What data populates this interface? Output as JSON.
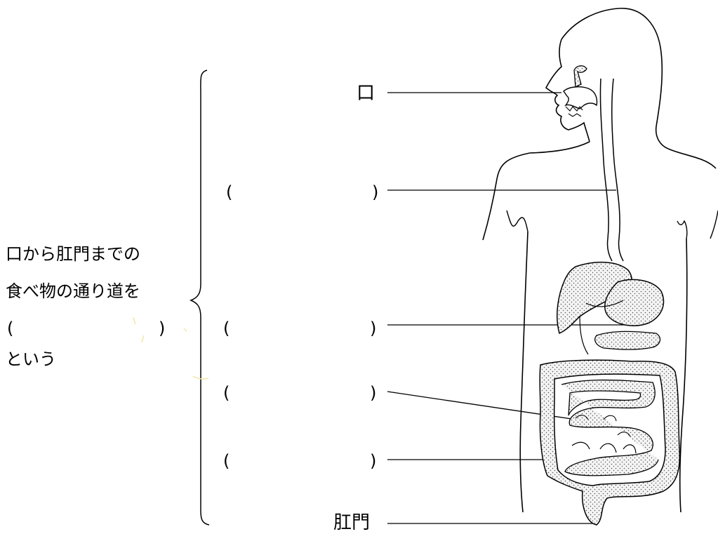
{
  "left_caption": {
    "line1": "口から肛門までの",
    "line2": "食べ物の通り道を",
    "blank_open": "(",
    "blank_close": ")",
    "line4": "という"
  },
  "labels": {
    "mouth": "口",
    "anus": "肛門",
    "blank_open": "(",
    "blank_close": ")"
  },
  "colors": {
    "ink": "#000000",
    "organ_fill": "#f4f4f4",
    "stipple": "#444444"
  }
}
